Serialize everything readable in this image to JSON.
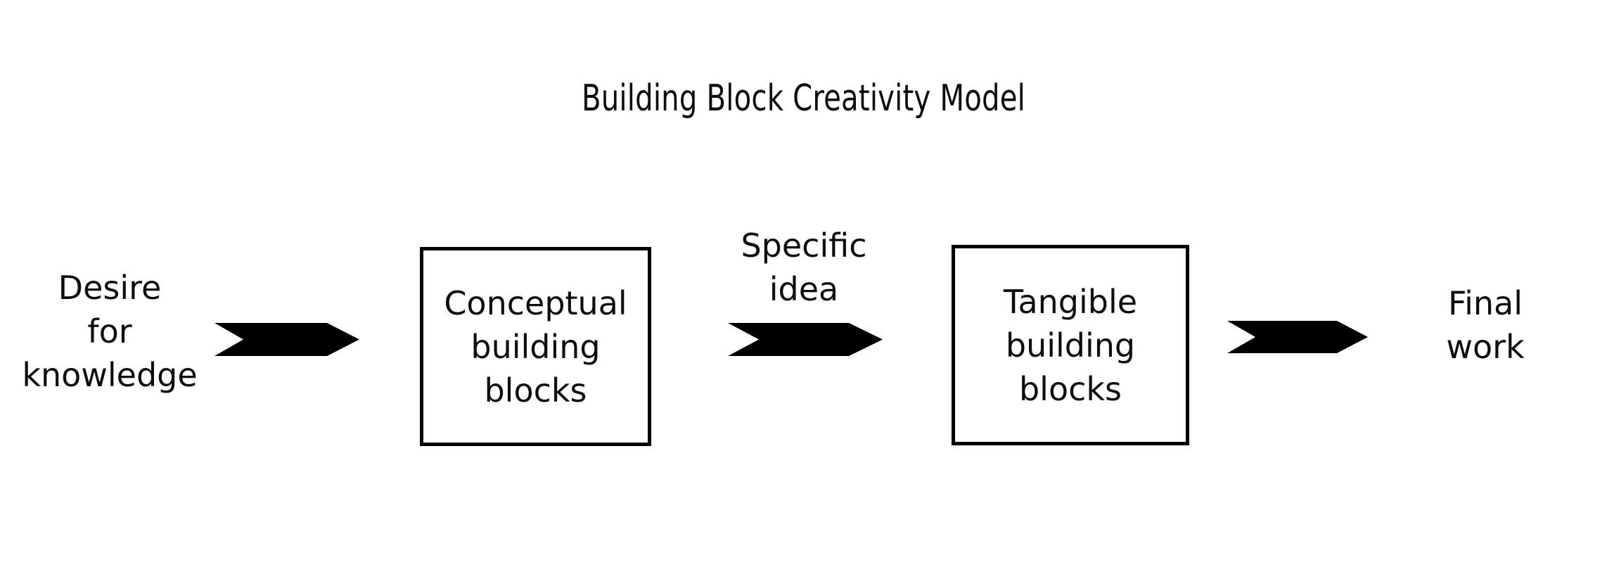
{
  "diagram": {
    "title": "Building Block Creativity Model",
    "type": "linear-process-flow",
    "background_color": "#ffffff",
    "ink_color": "#000000",
    "stages": [
      {
        "id": "desire-for-knowledge",
        "kind": "text-label",
        "text": "Desire\nfor\nknowledge",
        "lines": [
          "Desire",
          "for",
          "knowledge"
        ]
      },
      {
        "id": "arrow-1",
        "kind": "chevron-arrow",
        "icon": "chevron-arrow-right-icon",
        "fill": "#000000",
        "caption": ""
      },
      {
        "id": "conceptual-building-blocks",
        "kind": "box",
        "text": "Conceptual\nbuilding\nblocks",
        "lines": [
          "Conceptual",
          "building",
          "blocks"
        ],
        "border_color": "#000000",
        "fill": "#ffffff"
      },
      {
        "id": "arrow-2",
        "kind": "chevron-arrow",
        "icon": "chevron-arrow-right-icon",
        "fill": "#000000",
        "caption": "Specific\nidea",
        "caption_lines": [
          "Specific",
          "idea"
        ]
      },
      {
        "id": "tangible-building-blocks",
        "kind": "box",
        "text": "Tangible\nbuilding\nblocks",
        "lines": [
          "Tangible",
          "building",
          "blocks"
        ],
        "border_color": "#000000",
        "fill": "#ffffff"
      },
      {
        "id": "arrow-3",
        "kind": "chevron-arrow",
        "icon": "chevron-arrow-right-icon",
        "fill": "#000000",
        "caption": ""
      },
      {
        "id": "final-work",
        "kind": "text-label",
        "text": "Final\nwork",
        "lines": [
          "Final",
          "work"
        ]
      }
    ],
    "labels": {
      "desire_for_knowledge": "Desire\nfor\nknowledge",
      "conceptual_building_blocks": "Conceptual\nbuilding\nblocks",
      "specific_idea": "Specific\nidea",
      "tangible_building_blocks": "Tangible\nbuilding\nblocks",
      "final_work": "Final\nwork"
    }
  }
}
